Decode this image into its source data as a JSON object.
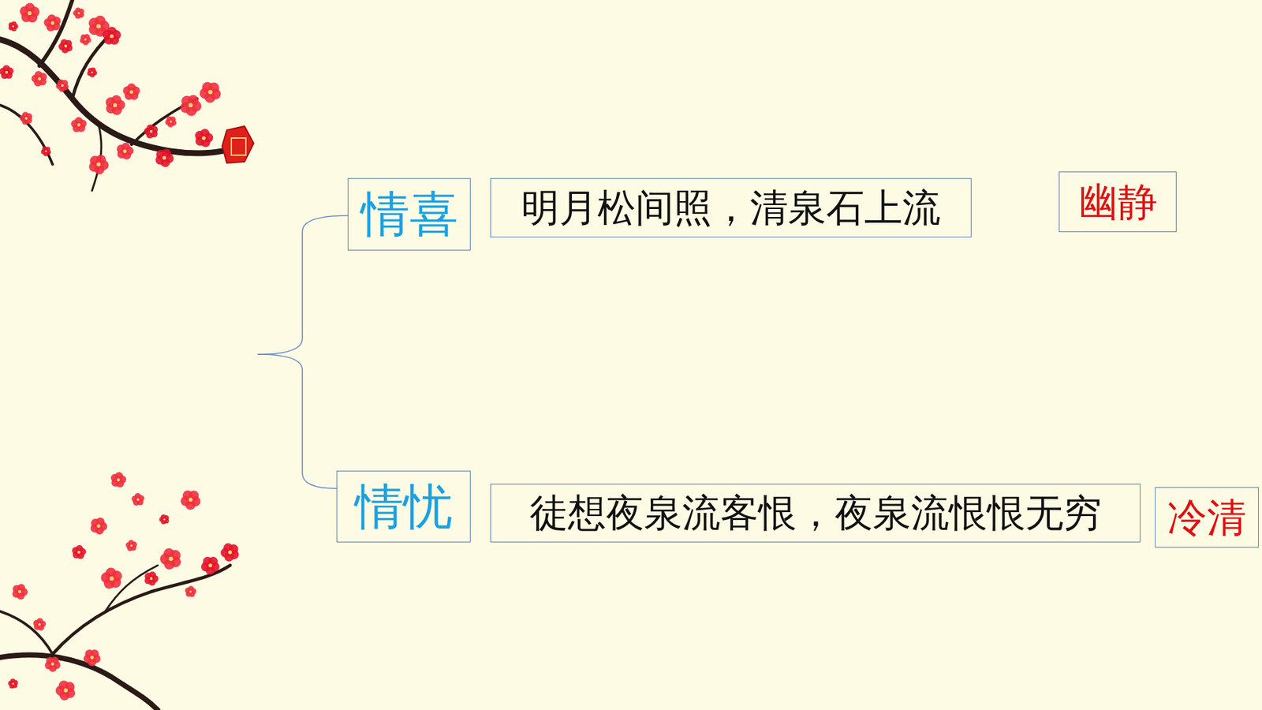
{
  "diagram": {
    "nodes": [
      {
        "text": [
          "情喜"
        ]
      },
      {
        "text": [
          "明月松间照，清泉石上流"
        ]
      },
      {
        "text": [
          "幽静"
        ]
      },
      {
        "text": [
          "情忧"
        ]
      },
      {
        "text": [
          "徒想夜泉流客恨，夜泉流恨恨无穷"
        ]
      },
      {
        "text": [
          "冷清"
        ]
      }
    ]
  }
}
